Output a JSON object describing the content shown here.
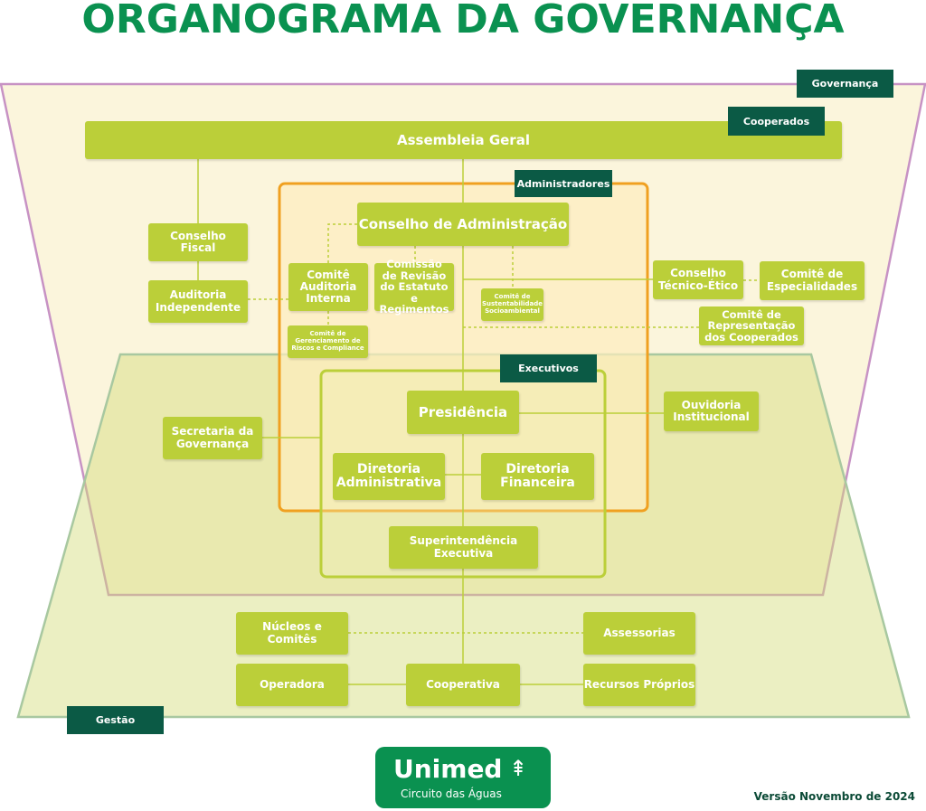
{
  "title": "ORGANOGRAMA DA GOVERNANÇA",
  "tags": {
    "governanca": "Governança",
    "cooperados": "Cooperados",
    "administradores": "Administradores",
    "executivos": "Executivos",
    "gestao": "Gestão"
  },
  "nodes": {
    "assembleia": "Assembleia Geral",
    "conselho_adm": "Conselho de Administração",
    "conselho_fiscal": "Conselho\nFiscal",
    "auditoria_indep": "Auditoria\nIndependente",
    "comite_aud": "Comitê\nAuditoria\nInterna",
    "comissao": "Comissão\nde Revisão\ndo Estatuto\ne Regimentos",
    "comite_sust": "Comitê de\nSustentabilidade\nSocioambiental",
    "comite_riscos": "Comitê de\nGerenciamento de\nRiscos e Compliance",
    "conselho_tec": "Conselho\nTécnico-Ético",
    "comite_esp": "Comitê de\nEspecialidades",
    "comite_rep": "Comitê de\nRepresentação\ndos Cooperados",
    "presidencia": "Presidência",
    "ouvidoria": "Ouvidoria\nInstitucional",
    "secretaria": "Secretaria da\nGovernança",
    "dir_adm": "Diretoria\nAdministrativa",
    "dir_fin": "Diretoria\nFinanceira",
    "superintendencia": "Superintendência\nExecutiva",
    "nucleos": "Núcleos e Comitês",
    "assessorias": "Assessorias",
    "operadora": "Operadora",
    "cooperativa": "Cooperativa",
    "recursos": "Recursos Próprios"
  },
  "logo": {
    "name": "Unimed",
    "subtitle": "Circuito das Águas"
  },
  "version": "Versão Novembro de 2024"
}
